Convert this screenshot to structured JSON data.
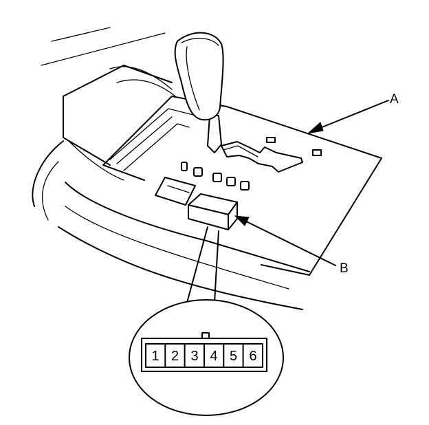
{
  "callouts": {
    "a": "A",
    "b": "B"
  },
  "connector": {
    "pins": [
      "1",
      "2",
      "3",
      "4",
      "5",
      "6"
    ]
  }
}
